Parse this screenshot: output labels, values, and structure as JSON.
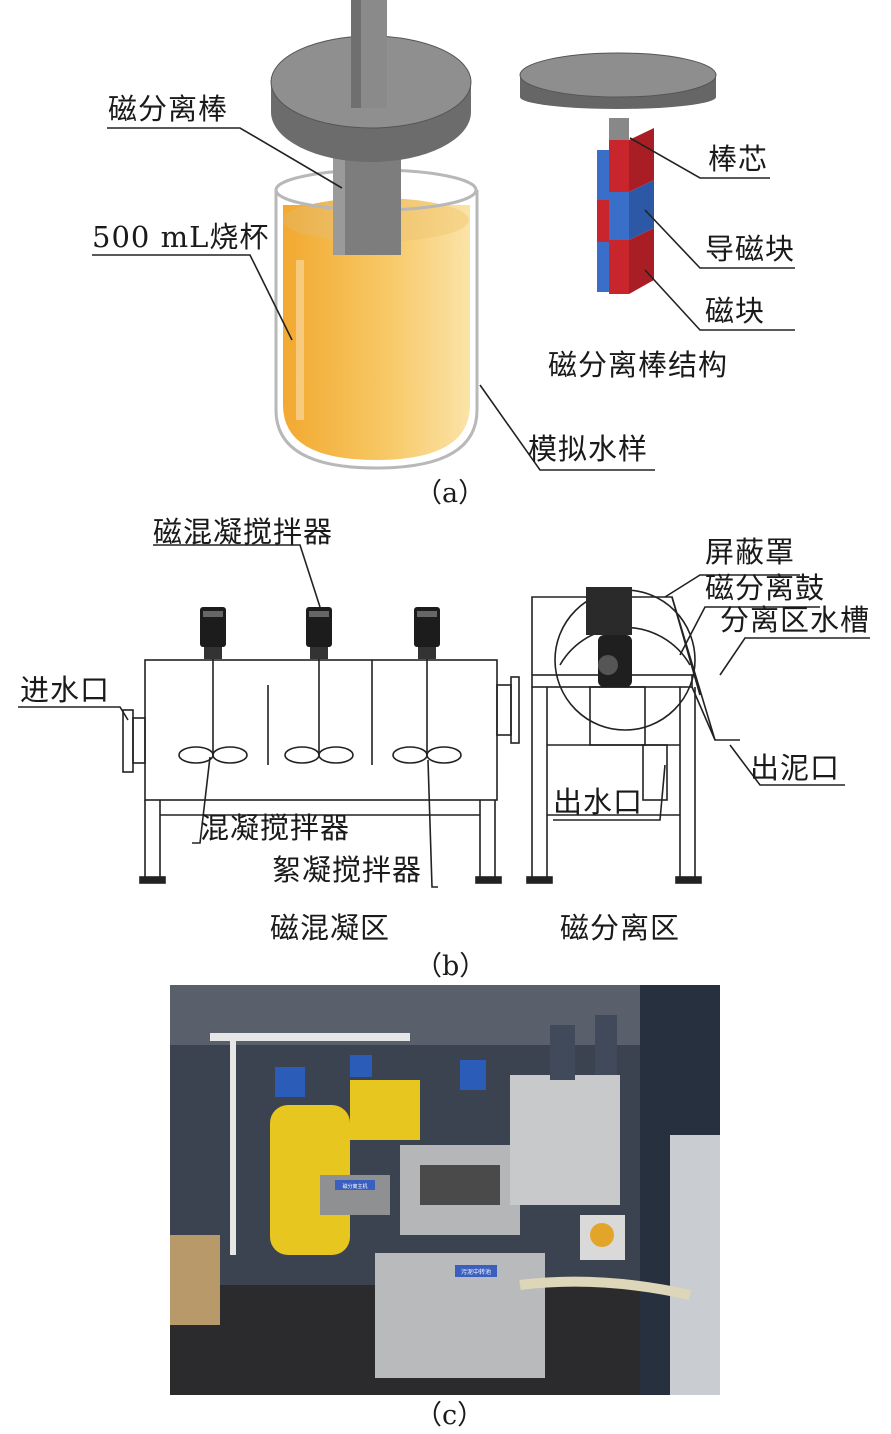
{
  "panel_a": {
    "label_rod": "磁分离棒",
    "label_beaker": "500 mL烧杯",
    "label_core": "棒芯",
    "label_guide": "导磁块",
    "label_magnet": "磁块",
    "label_structure": "磁分离棒结构",
    "label_water": "模拟水样",
    "caption": "（a）"
  },
  "panel_b": {
    "label_mixer_top": "磁混凝搅拌器",
    "label_shield": "屏蔽罩",
    "label_drum": "磁分离鼓",
    "label_trough": "分离区水槽",
    "label_inlet": "进水口",
    "label_sludge": "出泥口",
    "label_outlet": "出水口",
    "label_coag": "混凝搅拌器",
    "label_floc": "絮凝搅拌器",
    "label_zone_mix": "磁混凝区",
    "label_zone_sep": "磁分离区",
    "caption": "（b）"
  },
  "panel_c": {
    "caption": "（c）",
    "photo_sign_machine": "磁分离主机",
    "photo_sign_tank": "污泥中转池"
  },
  "colors": {
    "rod_gray": "#8a8a8a",
    "liquid": "#f3b640",
    "magnet_red": "#c8262c",
    "magnet_blue": "#3a6fc9"
  }
}
